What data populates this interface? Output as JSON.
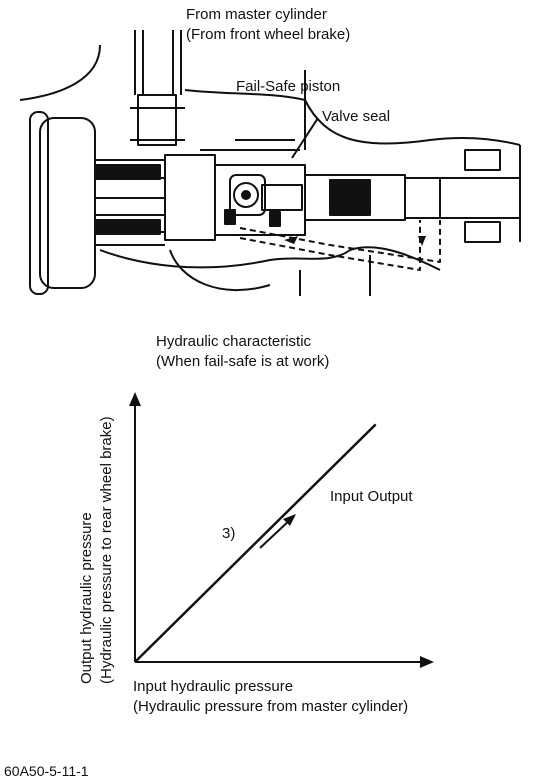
{
  "valve_diagram": {
    "label_source_line1": "From master cylinder",
    "label_source_line2": "(From front wheel brake)",
    "label_piston": "Fail-Safe piston",
    "label_seal": "Valve seal"
  },
  "chart": {
    "title_line1": "Hydraulic characteristic",
    "title_line2": "(When fail-safe is at work)",
    "ylabel_line1": "Output hydraulic pressure",
    "ylabel_line2": "(Hydraulic pressure to rear wheel brake)",
    "xlabel_line1": "Input hydraulic pressure",
    "xlabel_line2": "(Hydraulic pressure from master cylinder)",
    "line_label": "Input Output",
    "segment_label": "3)"
  },
  "chart_data": {
    "type": "line",
    "title": "Hydraulic characteristic (When fail-safe is at work)",
    "xlabel": "Input hydraulic pressure (Hydraulic pressure from master cylinder)",
    "ylabel": "Output hydraulic pressure (Hydraulic pressure to rear wheel brake)",
    "xlim": [
      0,
      1
    ],
    "ylim": [
      0,
      1
    ],
    "grid": false,
    "series": [
      {
        "name": "Input Output",
        "x": [
          0,
          0.83
        ],
        "y": [
          0,
          0.88
        ]
      }
    ],
    "annotations": [
      "3)"
    ]
  },
  "figure_code": "60A50-5-11-1"
}
